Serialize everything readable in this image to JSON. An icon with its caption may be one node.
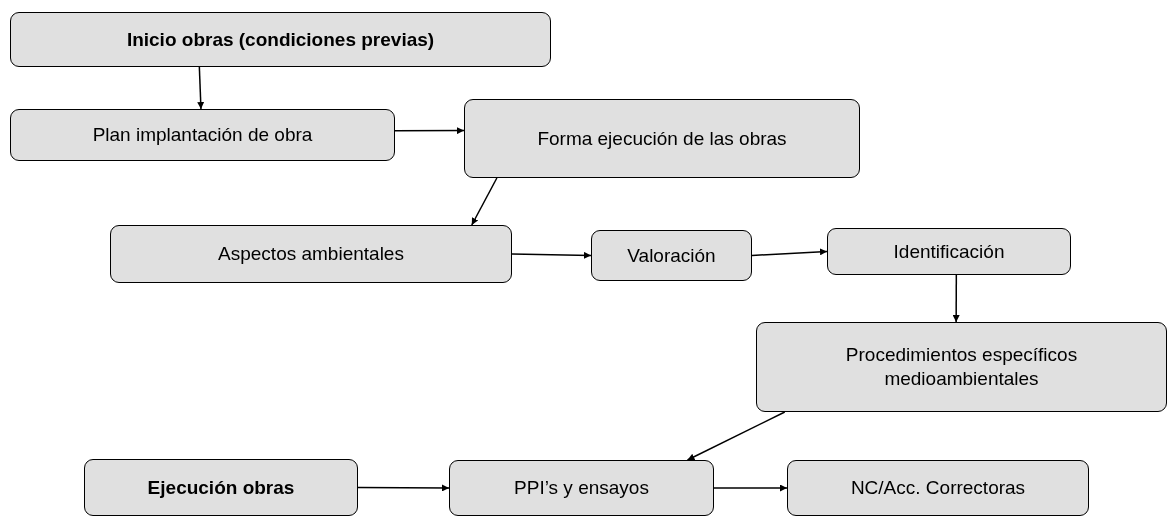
{
  "diagram": {
    "nodes": [
      {
        "text": [
          "Inicio obras (condiciones previas)"
        ]
      },
      {
        "text": [
          "Plan implantación de obra"
        ]
      },
      {
        "text": [
          "Forma ejecución de las obras"
        ]
      },
      {
        "text": [
          "Aspectos ambientales"
        ]
      },
      {
        "text": [
          "Valoración"
        ]
      },
      {
        "text": [
          "Identificación"
        ]
      },
      {
        "text": [
          "Procedimientos específicos medioambientales"
        ]
      },
      {
        "text": [
          "Ejecución obras"
        ]
      },
      {
        "text": [
          "PPI’s y ensayos"
        ]
      },
      {
        "text": [
          "NC/Acc. Correctoras"
        ]
      }
    ],
    "edges": [
      {
        "from": 0,
        "to": 1,
        "arrow": "to"
      },
      {
        "from": 1,
        "to": 2,
        "arrow": "to"
      },
      {
        "from": 2,
        "to": 3,
        "arrow": "to"
      },
      {
        "from": 3,
        "to": 4,
        "arrow": "to"
      },
      {
        "from": 4,
        "to": 5,
        "arrow": "to"
      },
      {
        "from": 5,
        "to": 6,
        "arrow": "to"
      },
      {
        "from": 6,
        "to": 8,
        "arrow": "to"
      },
      {
        "from": 7,
        "to": 8,
        "arrow": "to"
      },
      {
        "from": 8,
        "to": 9,
        "arrow": "to"
      }
    ]
  }
}
